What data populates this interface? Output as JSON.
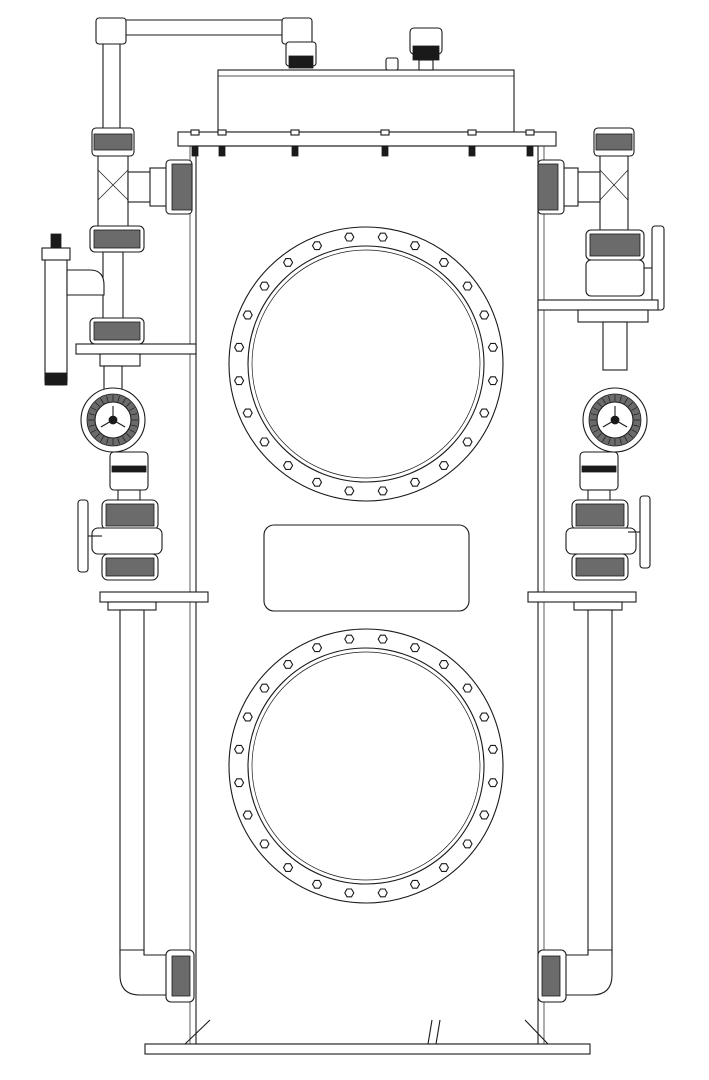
{
  "drawing": {
    "type": "technical-elevation",
    "subject": "filter-vessel-front-view",
    "line_color": "#1a1a1a",
    "background": "#ffffff",
    "inspection_ports": 2,
    "bolts_per_port": 24,
    "valves": 2,
    "gauges": 2
  }
}
